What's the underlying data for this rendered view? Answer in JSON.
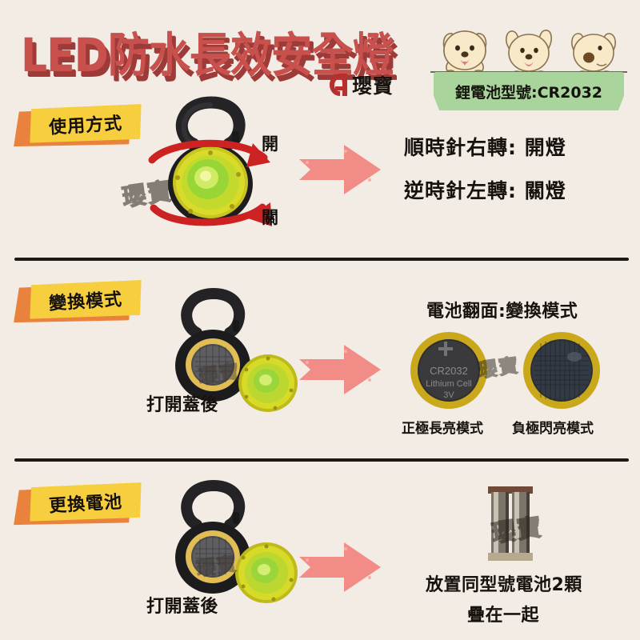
{
  "header": {
    "title": "LED防水長效安全燈",
    "brand_name": "瓔寶",
    "brand_mark": "a-logo-icon",
    "battery_banner": "鋰電池型號:CR2032",
    "dog_icon": "puppy-icon"
  },
  "colors": {
    "background": "#F3ECE5",
    "title_red": "#C8504D",
    "title_shadow": "#9E3A37",
    "tag_yellow": "#F7CF3E",
    "tag_orange": "#E8823C",
    "banner_green": "#A9D49B",
    "arrow_pink": "#F28C86",
    "text_dark": "#16120E",
    "lens_yellow": "#D7D321",
    "brand_mark_red": "#B8302E"
  },
  "watermark": "瓔寶",
  "sections": [
    {
      "tag": "使用方式",
      "product_name": "carabiner-light-closed",
      "rotate_labels": {
        "top": "開",
        "bottom": "關"
      },
      "arrow": "right-arrow-icon",
      "lines": [
        "順時針右轉: 開燈",
        "逆時針左轉: 關燈"
      ]
    },
    {
      "tag": "變換模式",
      "product_name": "carabiner-light-opened",
      "caption": "打開蓋後",
      "arrow": "right-arrow-icon",
      "heading": "電池翻面:變換模式",
      "battery": {
        "model": "CR2032",
        "chemistry": "Lithium Cell",
        "voltage": "3V",
        "plus_mark": "+"
      },
      "battery_captions": [
        "正極長亮模式",
        "負極閃亮模式"
      ]
    },
    {
      "tag": "更換電池",
      "product_name": "carabiner-light-opened",
      "caption": "打開蓋後",
      "arrow": "right-arrow-icon",
      "lines": [
        "放置同型號電池2顆",
        "疊在一起"
      ]
    }
  ]
}
